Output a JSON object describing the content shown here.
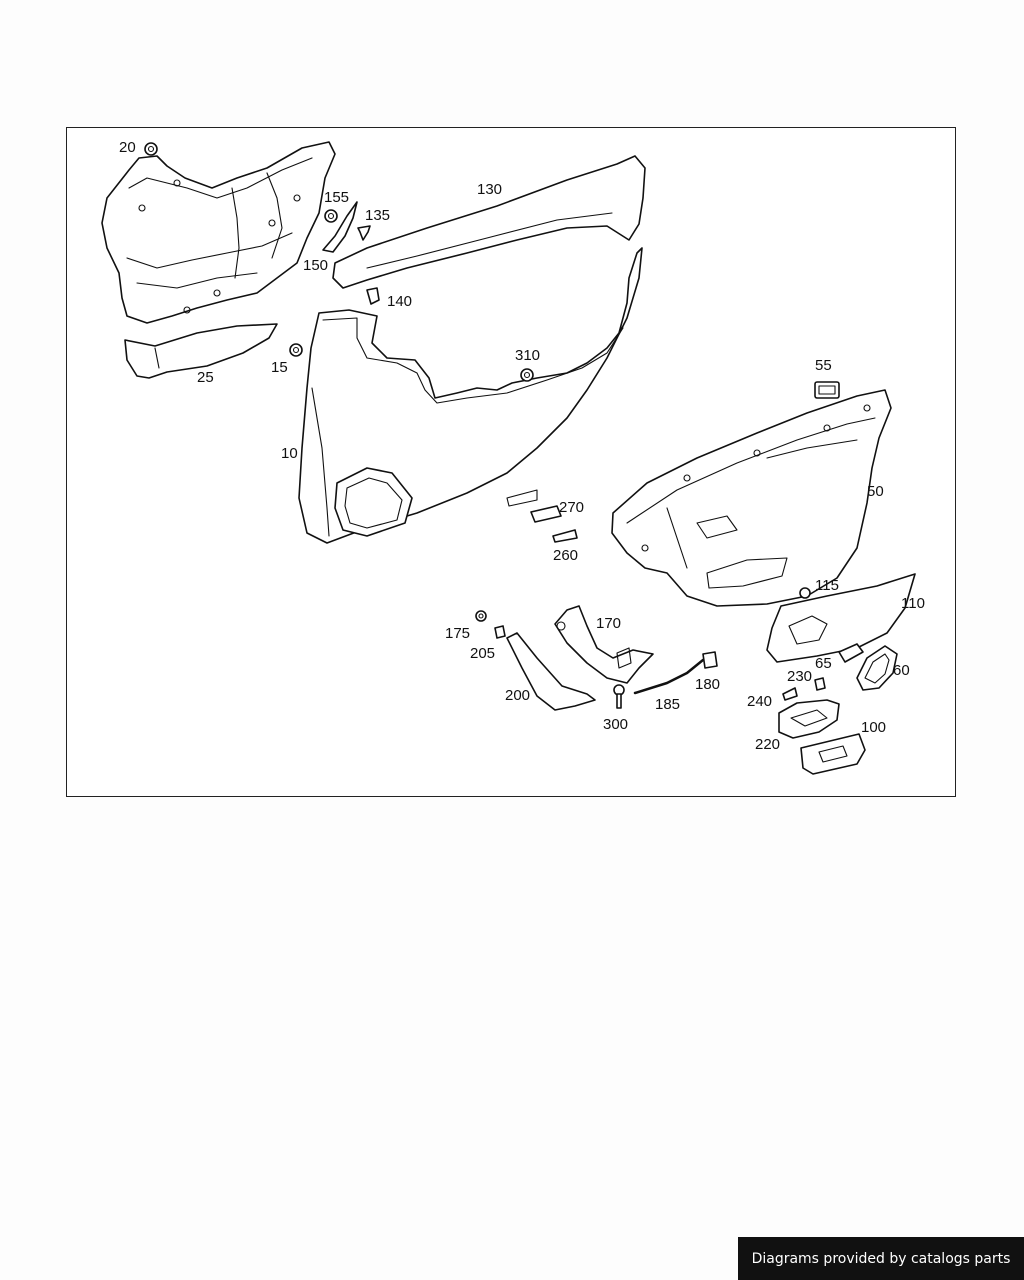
{
  "diagram": {
    "callouts": [
      {
        "id": "20",
        "label": "20"
      },
      {
        "id": "155",
        "label": "155"
      },
      {
        "id": "135",
        "label": "135"
      },
      {
        "id": "130",
        "label": "130"
      },
      {
        "id": "150",
        "label": "150"
      },
      {
        "id": "140",
        "label": "140"
      },
      {
        "id": "25",
        "label": "25"
      },
      {
        "id": "15",
        "label": "15"
      },
      {
        "id": "310",
        "label": "310"
      },
      {
        "id": "10",
        "label": "10"
      },
      {
        "id": "55",
        "label": "55"
      },
      {
        "id": "50",
        "label": "50"
      },
      {
        "id": "270",
        "label": "270"
      },
      {
        "id": "260",
        "label": "260"
      },
      {
        "id": "115",
        "label": "115"
      },
      {
        "id": "110",
        "label": "110"
      },
      {
        "id": "170",
        "label": "170"
      },
      {
        "id": "175",
        "label": "175"
      },
      {
        "id": "205",
        "label": "205"
      },
      {
        "id": "180",
        "label": "180"
      },
      {
        "id": "200",
        "label": "200"
      },
      {
        "id": "185",
        "label": "185"
      },
      {
        "id": "300",
        "label": "300"
      },
      {
        "id": "65",
        "label": "65"
      },
      {
        "id": "230",
        "label": "230"
      },
      {
        "id": "60",
        "label": "60"
      },
      {
        "id": "240",
        "label": "240"
      },
      {
        "id": "100",
        "label": "100"
      },
      {
        "id": "220",
        "label": "220"
      }
    ]
  },
  "footer": {
    "credit": "Diagrams provided by catalogs parts"
  }
}
